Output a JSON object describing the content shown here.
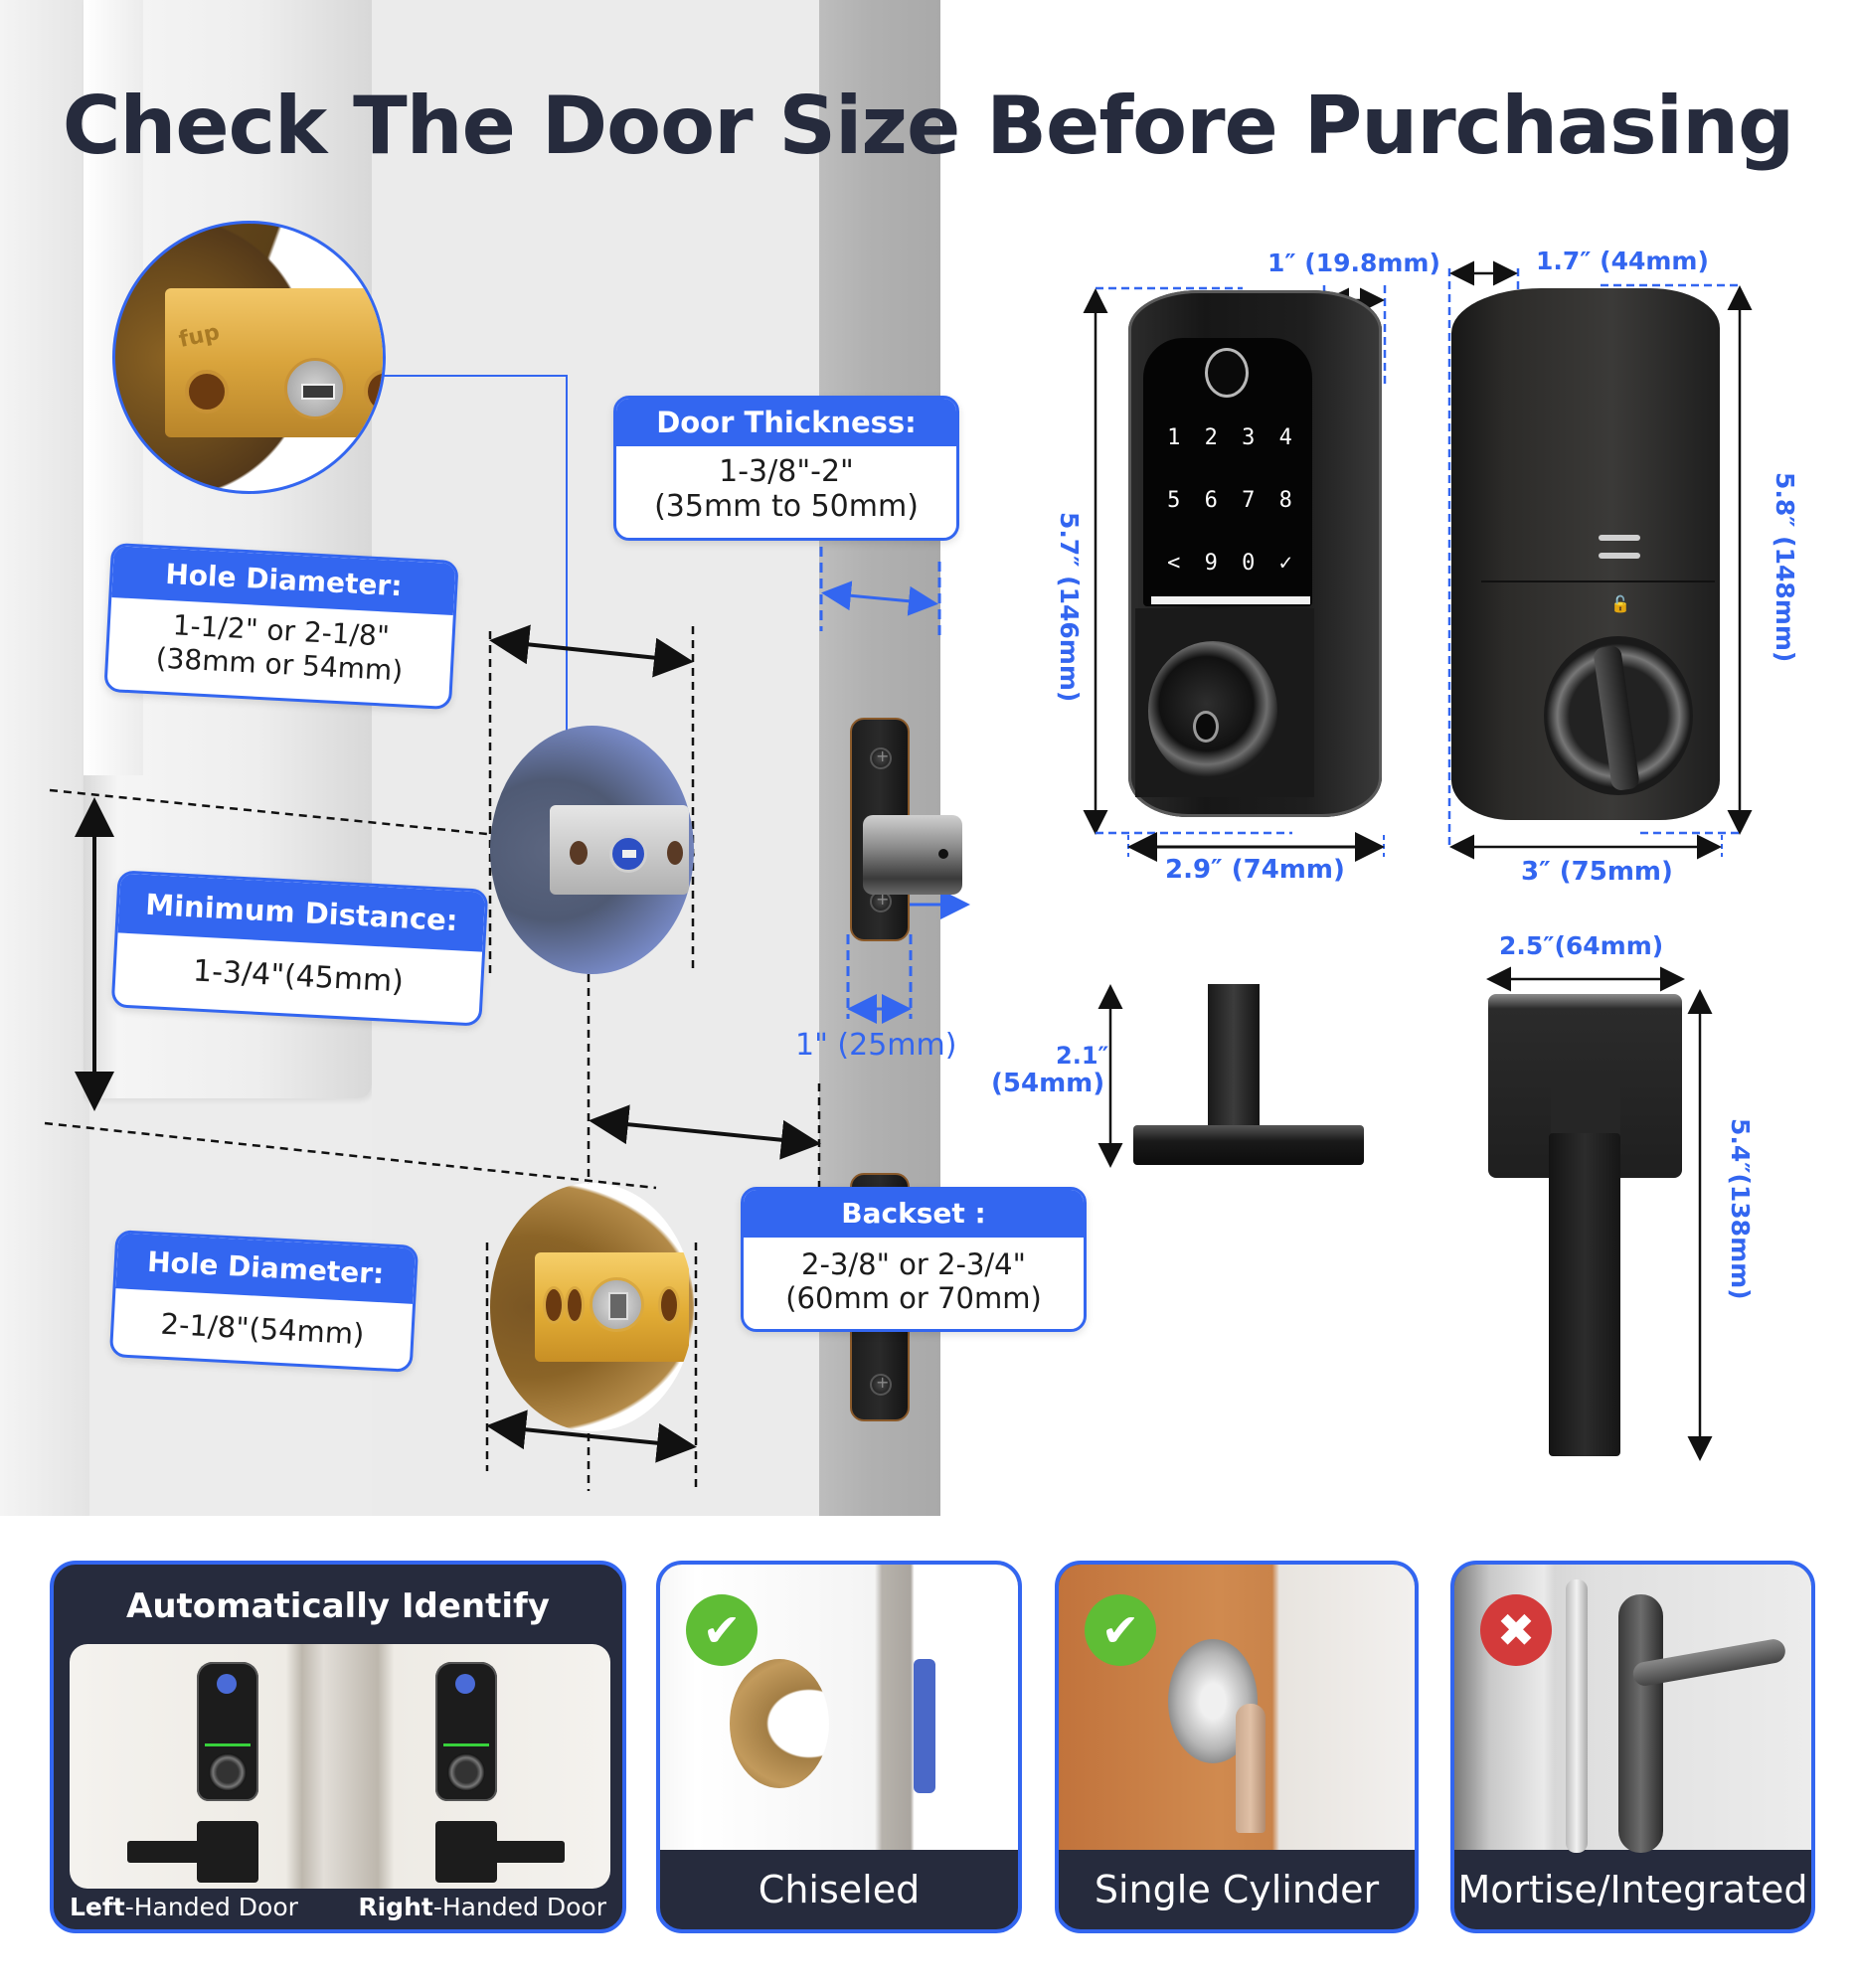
{
  "title": "Check The Door Size Before Purchasing",
  "labels": {
    "door_thickness": {
      "heading": "Door Thickness:",
      "line1": "1-3/8\"-2\"",
      "line2": "(35mm to 50mm)"
    },
    "hole_diameter_face": {
      "heading": "Hole Diameter:",
      "line1": "1-1/2\" or 2-1/8\"",
      "line2": "(38mm or 54mm)"
    },
    "minimum_distance": {
      "heading": "Minimum Distance:",
      "line1": "1-3/4\"(45mm)"
    },
    "hole_diameter_bore": {
      "heading": "Hole Diameter:",
      "line1": "2-1/8\"(54mm)"
    },
    "backset": {
      "heading": "Backset :",
      "line1": "2-3/8\" or 2-3/4\"",
      "line2": "(60mm or 70mm)"
    }
  },
  "door_edge": {
    "latch_plate_width": "1\" (25mm)"
  },
  "strike_plate_brand": "fup",
  "product_dimensions": {
    "keypad_depth": "1″ (19.8mm)",
    "keypad_height": "5.7″ (146mm)",
    "keypad_width": "2.9″ (74mm)",
    "interior_depth": "1.7″ (44mm)",
    "interior_height": "5.8″ (148mm)",
    "interior_width": "3″ (75mm)",
    "bolt_height_in": "2.1″",
    "bolt_height_mm": "(54mm)",
    "lever_width": "2.5″(64mm)",
    "lever_height": "5.4″(138mm)"
  },
  "keypad": {
    "keys": [
      "1",
      "2",
      "3",
      "4",
      "5",
      "6",
      "7",
      "8",
      "<",
      "9",
      "0",
      "✓"
    ]
  },
  "cards": [
    {
      "title": "Automatically Identify",
      "left_label_bold": "Left",
      "left_label_rest": "-Handed Door",
      "right_label_bold": "Right",
      "right_label_rest": "-Handed Door"
    },
    {
      "caption": "Chiseled",
      "status": "compatible",
      "badge_glyph": "✔"
    },
    {
      "caption": "Single Cylinder",
      "status": "compatible",
      "badge_glyph": "✔"
    },
    {
      "caption": "Mortise/Integrated",
      "status": "incompatible",
      "badge_glyph": "✖"
    }
  ],
  "colors": {
    "accent_blue": "#3366f0",
    "title_navy": "#262b3d",
    "ok_green": "#5fbd35",
    "no_red": "#d33a3a"
  }
}
